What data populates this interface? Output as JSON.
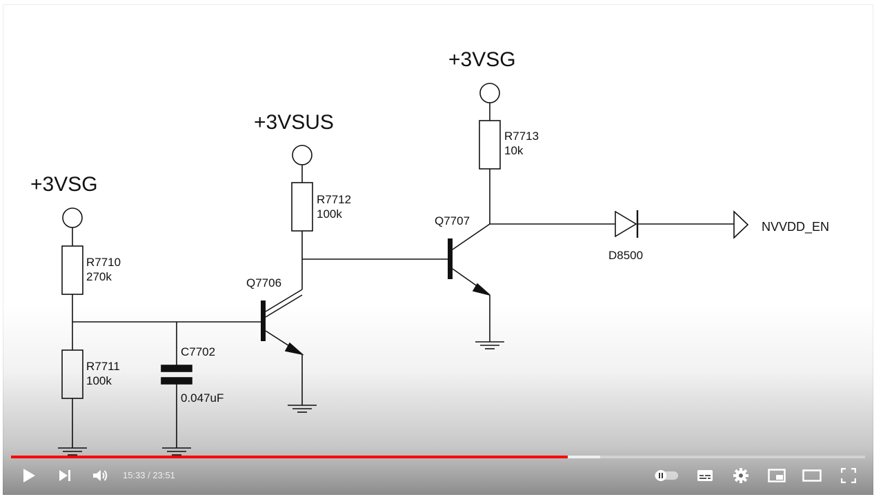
{
  "schematic": {
    "rails": {
      "left": "+3VSG",
      "middle": "+3VSUS",
      "right": "+3VSG"
    },
    "resistors": [
      {
        "ref": "R7710",
        "value": "270k"
      },
      {
        "ref": "R7711",
        "value": "100k"
      },
      {
        "ref": "R7712",
        "value": "100k"
      },
      {
        "ref": "R7713",
        "value": "10k"
      }
    ],
    "capacitor": {
      "ref": "C7702",
      "value": "0.047uF"
    },
    "transistors": [
      {
        "ref": "Q7706"
      },
      {
        "ref": "Q7707"
      }
    ],
    "diode": {
      "ref": "D8500"
    },
    "output": {
      "label": "NVVDD_EN"
    }
  },
  "player": {
    "time_display": "15:33 / 23:51",
    "progress": {
      "played_fraction": 0.652,
      "buffered_fraction": 0.69
    },
    "colors": {
      "played": "#ff0000",
      "controls": "#ffffff"
    },
    "controls": {
      "play_icon": "play-icon",
      "next_icon": "next-icon",
      "volume_icon": "volume-icon",
      "autoplay_icon": "autoplay-toggle-icon",
      "subtitles_icon": "subtitles-icon",
      "settings_icon": "gear-icon",
      "miniplayer_icon": "miniplayer-icon",
      "theater_icon": "theater-mode-icon",
      "fullscreen_icon": "fullscreen-icon"
    }
  }
}
